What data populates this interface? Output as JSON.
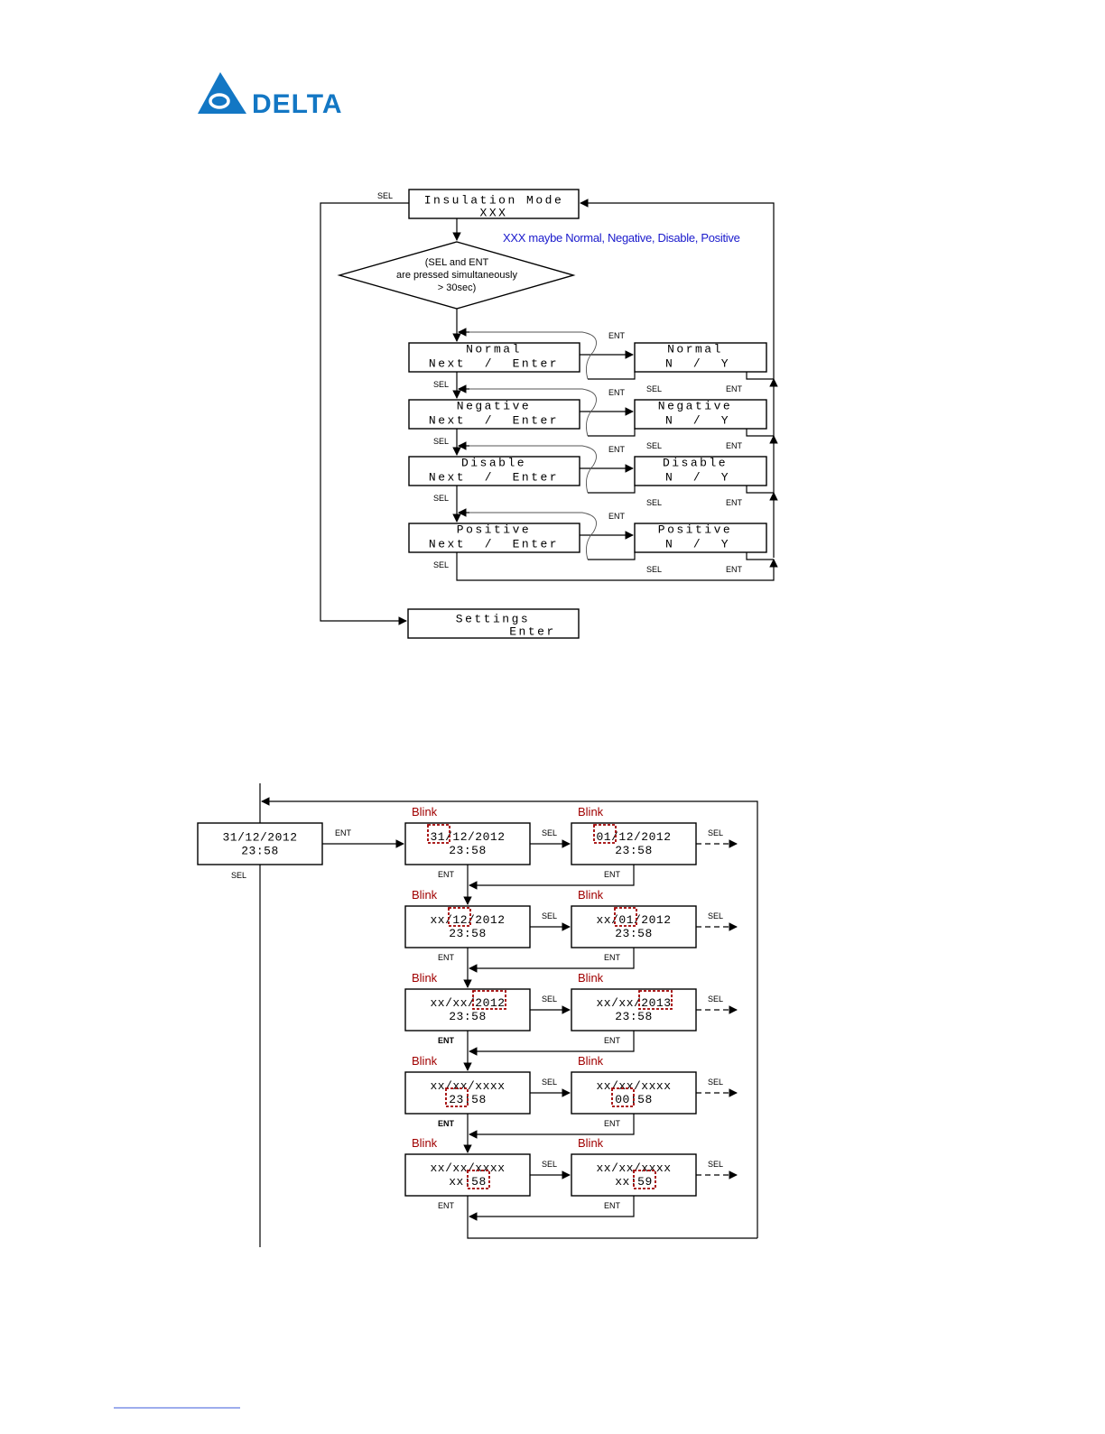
{
  "logo": {
    "text": "DELTA",
    "color": "#1377c4"
  },
  "flow1": {
    "top_box": {
      "line1": "Insulation Mode",
      "line2": "XXX"
    },
    "note": "XXX maybe Normal, Negative, Disable, Positive",
    "condition": {
      "line1": "(SEL and ENT",
      "line2": "are pressed simultaneously",
      "line3": "> 30sec)"
    },
    "sel_label": "SEL",
    "ent_label": "ENT",
    "modes": [
      {
        "name": "Normal",
        "left_line2": "Next  /  Enter",
        "right_line2": "N  /  Y"
      },
      {
        "name": "Negative",
        "left_line2": "Next  /  Enter",
        "right_line2": "N  /  Y"
      },
      {
        "name": "Disable",
        "left_line2": "Next  /  Enter",
        "right_line2": "N  /  Y"
      },
      {
        "name": "Positive",
        "left_line2": "Next  /  Enter",
        "right_line2": "N  /  Y"
      }
    ],
    "settings_box": {
      "line1": "Settings",
      "line2": "Enter"
    }
  },
  "flow2": {
    "start_box": {
      "line1": "31/12/2012",
      "line2": "23:58"
    },
    "sel_label": "SEL",
    "ent_label": "ENT",
    "blink_label": "Blink",
    "blink_color": "#a00000",
    "rows": [
      {
        "left": {
          "l1a": "",
          "l1b": "31",
          "l1c": "/12/2012",
          "l2a": "23:58",
          "l2b": "",
          "l2c": ""
        },
        "right": {
          "l1a": "",
          "l1b": "01",
          "l1c": "/12/2012",
          "l2a": "23:58",
          "l2b": "",
          "l2c": ""
        }
      },
      {
        "left": {
          "l1a": "xx/",
          "l1b": "12",
          "l1c": "/2012",
          "l2a": "23:58",
          "l2b": "",
          "l2c": ""
        },
        "right": {
          "l1a": "xx/",
          "l1b": "01",
          "l1c": "/2012",
          "l2a": "23:58",
          "l2b": "",
          "l2c": ""
        }
      },
      {
        "left": {
          "l1a": "xx/xx/",
          "l1b": "2012",
          "l1c": "",
          "l2a": "23:58",
          "l2b": "",
          "l2c": ""
        },
        "right": {
          "l1a": "xx/xx/",
          "l1b": "2013",
          "l1c": "",
          "l2a": "23:58",
          "l2b": "",
          "l2c": ""
        }
      },
      {
        "left": {
          "l1a": "xx/xx/xxxx",
          "l1b": "",
          "l1c": "",
          "l2a": "",
          "l2b": "23",
          "l2c": ":58"
        },
        "right": {
          "l1a": "xx/xx/xxxx",
          "l1b": "",
          "l1c": "",
          "l2a": "",
          "l2b": "00",
          "l2c": ":58"
        }
      },
      {
        "left": {
          "l1a": "xx/xx/xxxx",
          "l1b": "",
          "l1c": "",
          "l2a": "xx:",
          "l2b": "58",
          "l2c": ""
        },
        "right": {
          "l1a": "xx/xx/xxxx",
          "l1b": "",
          "l1c": "",
          "l2a": "xx:",
          "l2b": "59",
          "l2c": ""
        }
      }
    ]
  }
}
